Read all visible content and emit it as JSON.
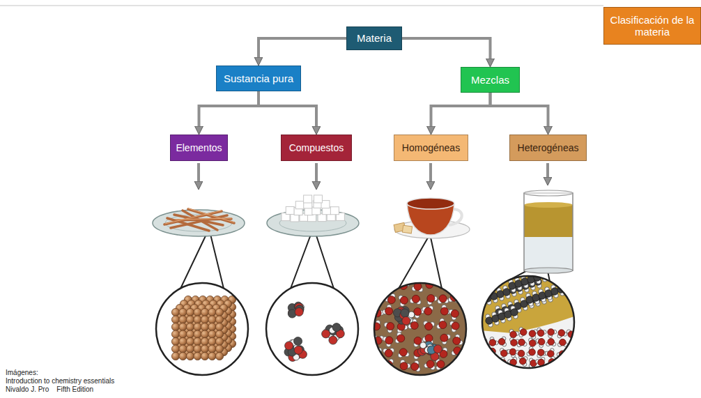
{
  "diagram": {
    "nodes": [
      {
        "text": [
          "Materia"
        ]
      },
      {
        "text": [
          "Sustancia pura"
        ]
      },
      {
        "text": [
          "Mezclas"
        ]
      },
      {
        "text": [
          "Elementos"
        ]
      },
      {
        "text": [
          "Compuestos"
        ]
      },
      {
        "text": [
          "Homogéneas"
        ]
      },
      {
        "text": [
          "Heterogéneas"
        ]
      },
      {
        "text": [
          "Clasificación de la materia"
        ]
      }
    ],
    "edges": [
      {
        "from": 0,
        "to": 1,
        "arrow": "to"
      },
      {
        "from": 0,
        "to": 2,
        "arrow": "to"
      },
      {
        "from": 1,
        "to": 3,
        "arrow": "to"
      },
      {
        "from": 1,
        "to": 4,
        "arrow": "to"
      },
      {
        "from": 2,
        "to": 5,
        "arrow": "to"
      },
      {
        "from": 2,
        "to": 6,
        "arrow": "to"
      }
    ],
    "labels": [
      "Imágenes:",
      "Introduction to chemistry essentials",
      "Nivaldo J. Pro    Fifth Edition"
    ]
  }
}
